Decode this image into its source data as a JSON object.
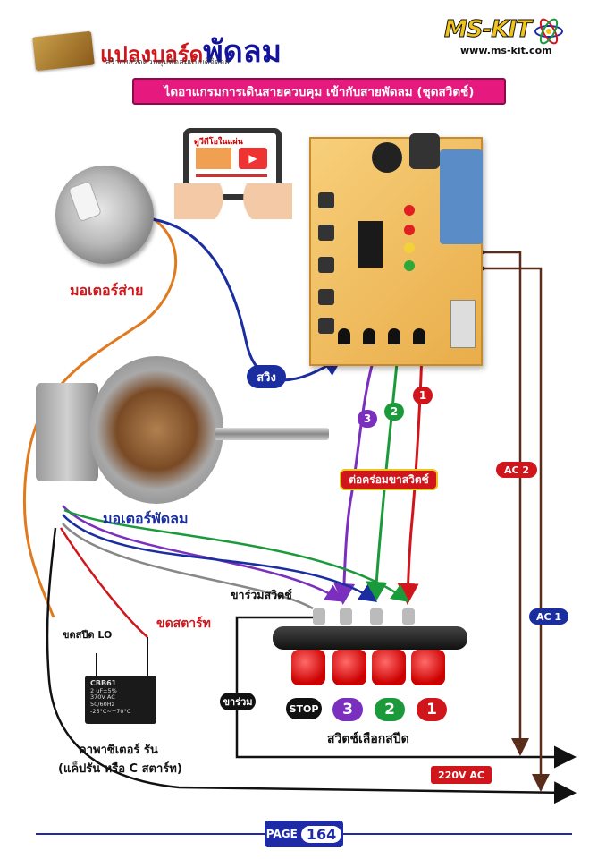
{
  "header": {
    "title_part1": "แปลงบอร์ด",
    "title_part2": "พัดลม",
    "subtitle": "สร้างบอร์ดควบคุมพัดลมแบบดิจิตอล",
    "banner": "ไดอาแกรมการเดินสายควบคุม เข้ากับสายพัดลม (ชุดสวิตช์)",
    "brand": "MS-KIT",
    "brand_url": "www.ms-kit.com"
  },
  "tablet": {
    "label": "ดูวีดีโอในแผ่น"
  },
  "components": {
    "swing_motor": "มอเตอร์ส่าย",
    "fan_motor": "มอเตอร์พัดลม",
    "capacitor": "คาพาซิเตอร์ รัน",
    "capacitor_sub": "(แค็ปรัน หรือ C สตาร์ท)",
    "cap_print": [
      "CBB61",
      "2 uF±5%",
      "370V AC",
      "50/60Hz",
      "-25°C~+70°C"
    ],
    "switch_block": "สวิตช์เลือกสปีด"
  },
  "labels": {
    "swing": "สวิง",
    "connect_switch": "ต่อคร่อมขาสวิตช์",
    "common_switch": "ขาร่วมสวิตช์",
    "start_wire": "ขดสตาร์ท",
    "lo_wire": "ขดสปีด LO",
    "common": "ขาร่วม",
    "ac1": "AC 1",
    "ac2": "AC 2",
    "mains": "220V AC"
  },
  "switch_buttons": [
    "STOP",
    "3",
    "2",
    "1"
  ],
  "board_pins": [
    "3",
    "2",
    "1"
  ],
  "colors": {
    "purple": "#7b2fbe",
    "green": "#1a9a3a",
    "red": "#d0151b",
    "blue": "#1a2ea0",
    "orange": "#e07a1f",
    "brown": "#5a2d1a"
  },
  "footer": {
    "page_label": "PAGE",
    "page_num": "164"
  }
}
